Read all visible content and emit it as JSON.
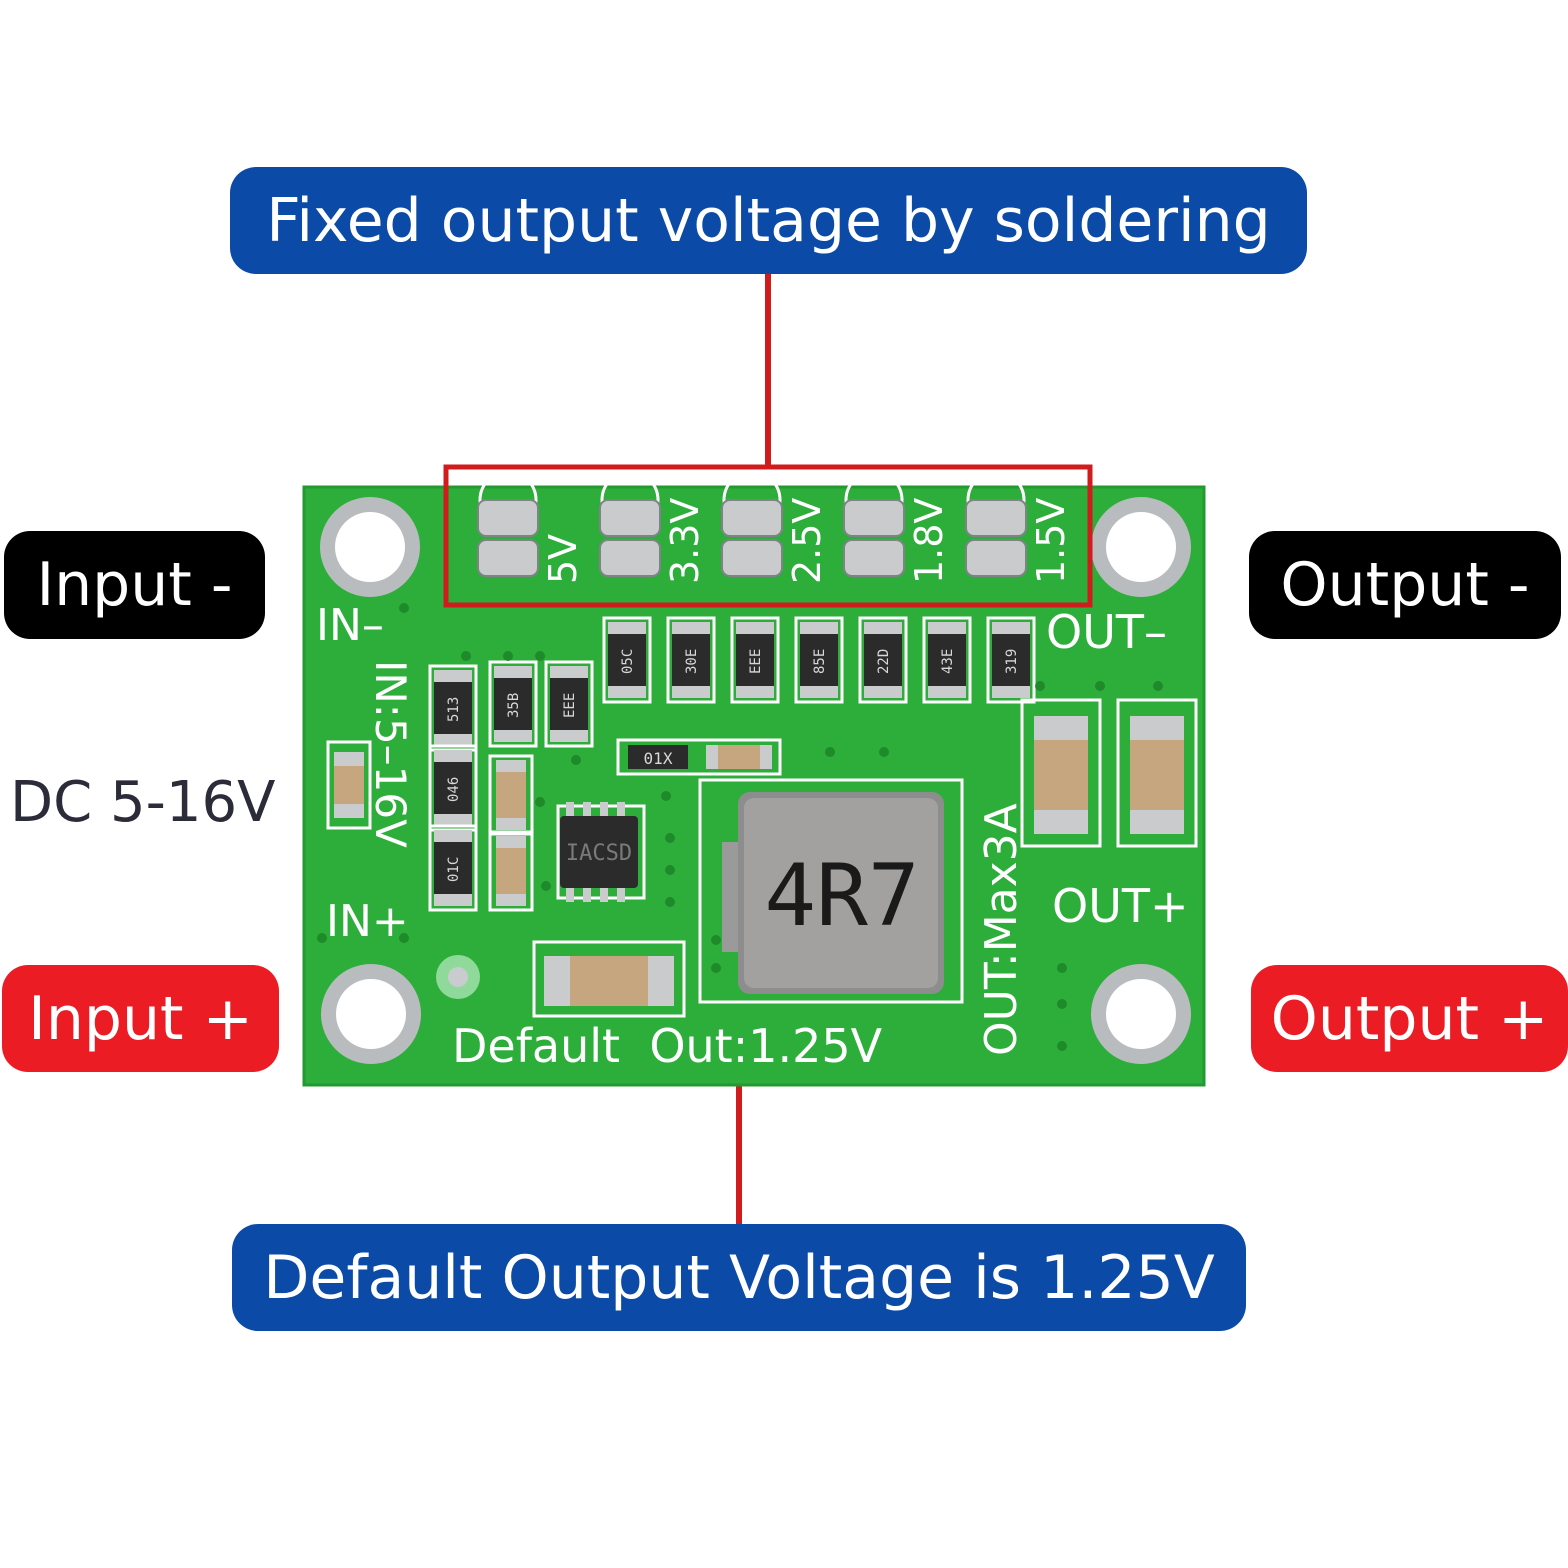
{
  "callouts": {
    "fixed_output": "Fixed output voltage by soldering",
    "default_output": "Default Output Voltage is 1.25V",
    "input_minus": "Input -",
    "output_minus": "Output -",
    "input_plus": "Input +",
    "output_plus": "Output +",
    "dc_range": "DC 5-16V"
  },
  "board": {
    "pad_labels": [
      "5V",
      "3.3V",
      "2.5V",
      "1.8V",
      "1.5V"
    ],
    "in_minus": "IN–",
    "in_plus": "IN+",
    "in_range": "IN:5–16V",
    "out_minus": "OUT–",
    "out_plus": "OUT+",
    "out_max": "OUT:Max3A",
    "default_out": "Default  Out:1.25V",
    "inductor": "4R7",
    "ic": "IACSD",
    "resistor_codes": [
      "05C",
      "30E",
      "EEE",
      "85E",
      "22D",
      "43E",
      "319"
    ],
    "left_codes": [
      "513",
      "046",
      "01C"
    ],
    "mid_codes": [
      "35B",
      "EEE"
    ],
    "small_code": "01X"
  },
  "colors": {
    "pcb": "#2dae3a",
    "blue": "#0b4aa6",
    "red": "#ec1c24",
    "black": "#000000",
    "line": "#d01c1c"
  }
}
